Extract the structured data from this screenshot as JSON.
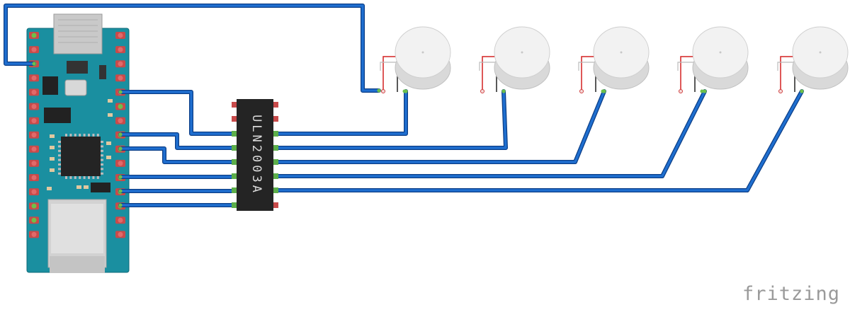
{
  "ic": {
    "label": "ULN2003A",
    "left_pins": 8,
    "right_pins": 8
  },
  "board": {
    "header_pins_per_side": 15,
    "connector_icon": "usb-connector-icon",
    "color": "#1a8fa0"
  },
  "motors": {
    "count": 5,
    "icon": "vibration-motor-icon"
  },
  "wires": {
    "color": "#1f6fd0",
    "edge_color": "#0c3e86"
  },
  "brand": {
    "text": "fritzing",
    "color": "#9a9a9a"
  }
}
